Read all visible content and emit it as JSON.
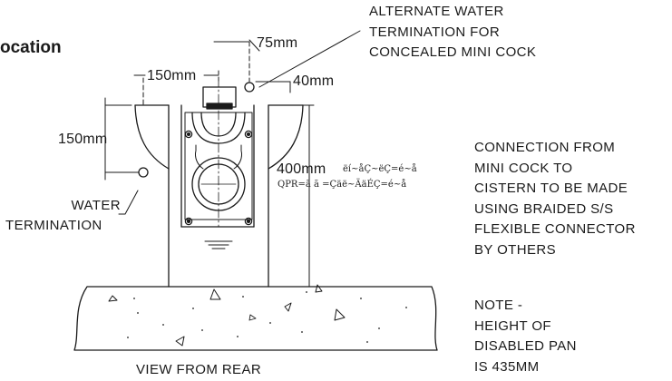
{
  "heading": "ocation",
  "dimensions": {
    "d75": "75mm",
    "d150_top": "150mm",
    "d40": "40mm",
    "d150_side": "150mm",
    "d400": "400mm"
  },
  "garbled_note": {
    "line1": "ëí~åÇ~ëÇ=é~å",
    "line2": "QPR=ã ã =Çäë~ÄäÉÇ=é~å"
  },
  "callouts": {
    "alternate_termination": [
      "ALTERNATE WATER",
      "TERMINATION FOR",
      "CONCEALED MINI COCK"
    ],
    "water_termination": [
      "WATER",
      "TERMINATION"
    ],
    "connection_note": [
      "CONNECTION FROM",
      "MINI COCK TO",
      "CISTERN TO BE MADE",
      "USING BRAIDED S/S",
      "FLEXIBLE CONNECTOR",
      "BY OTHERS"
    ],
    "note": [
      "NOTE  -",
      "HEIGHT OF",
      "DISABLED PAN",
      "IS 435MM"
    ]
  },
  "caption": "VIEW FROM REAR",
  "colors": {
    "ink": "#1a1a1a",
    "background": "#ffffff"
  }
}
